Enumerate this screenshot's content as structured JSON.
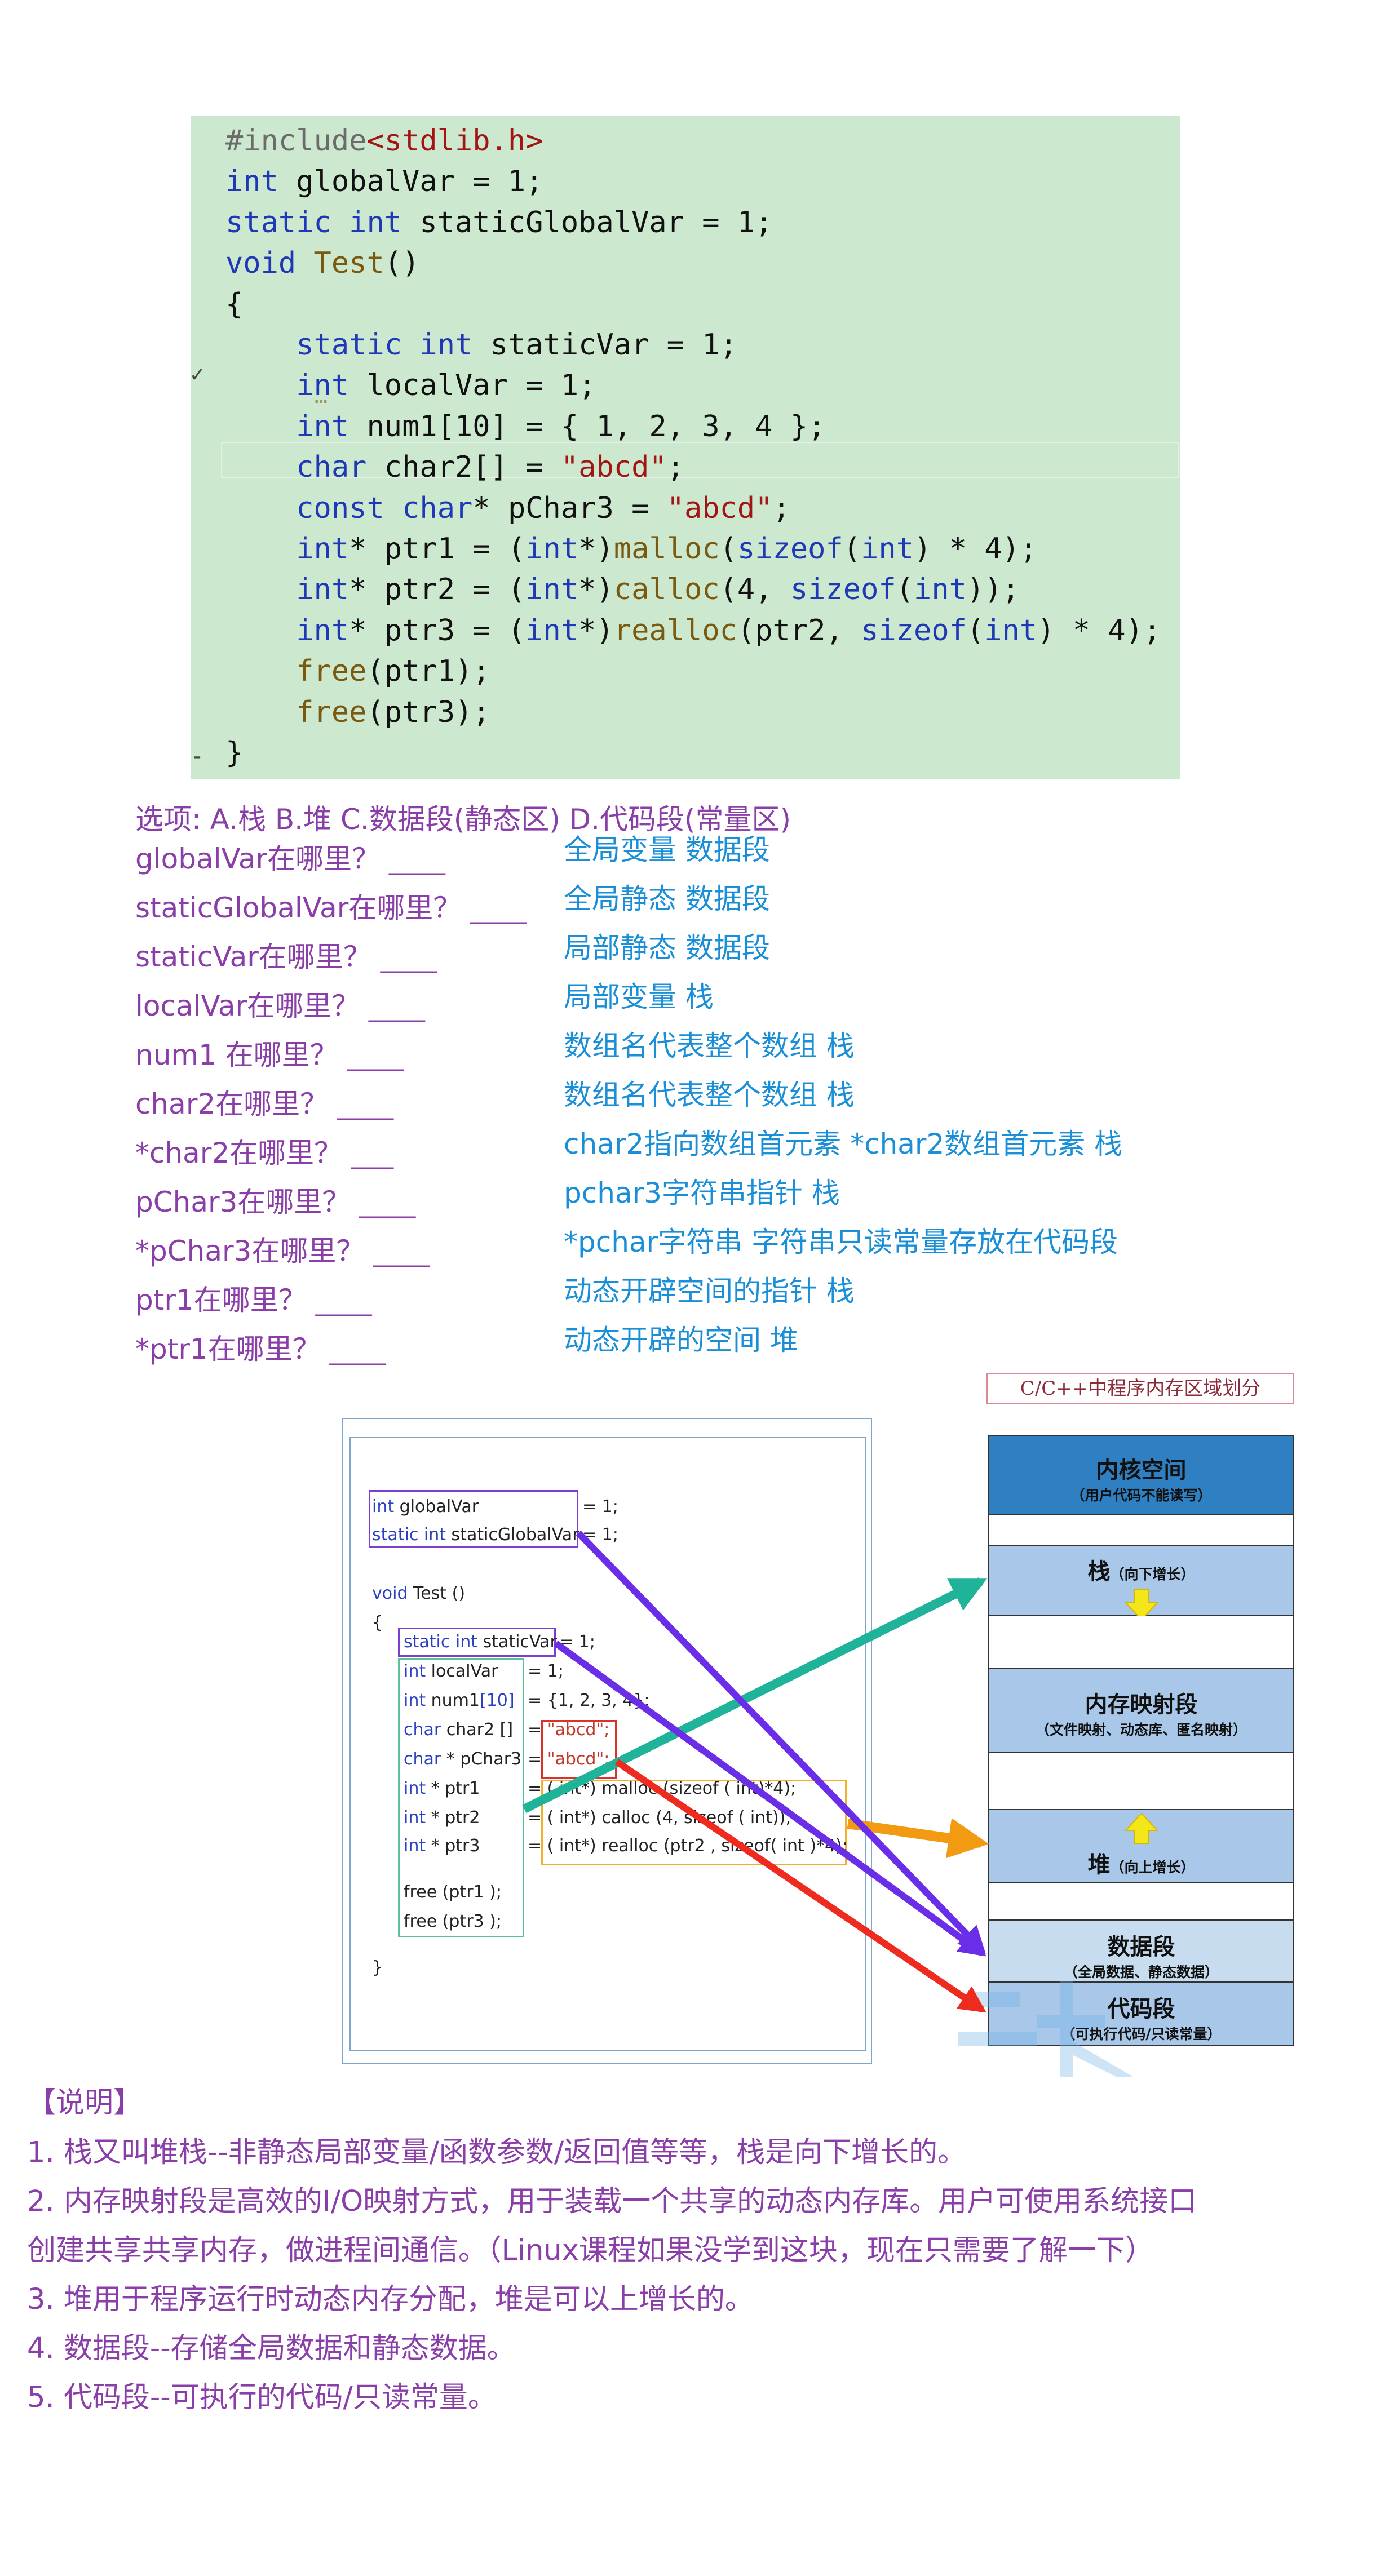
{
  "code": {
    "lines": [
      [
        {
          "t": "#include",
          "c": "pp"
        },
        {
          "t": "<stdlib.h>",
          "c": "str"
        }
      ],
      [
        {
          "t": "int",
          "c": "kw"
        },
        {
          "t": " globalVar = 1;",
          "c": ""
        }
      ],
      [
        {
          "t": "static",
          "c": "kw"
        },
        {
          "t": " ",
          "c": ""
        },
        {
          "t": "int",
          "c": "kw"
        },
        {
          "t": " staticGlobalVar = 1;",
          "c": ""
        }
      ],
      [
        {
          "t": "void",
          "c": "kw"
        },
        {
          "t": " ",
          "c": ""
        },
        {
          "t": "Test",
          "c": "fn"
        },
        {
          "t": "()",
          "c": ""
        }
      ],
      [
        {
          "t": "{",
          "c": ""
        }
      ],
      [
        {
          "t": "    ",
          "c": ""
        },
        {
          "t": "static",
          "c": "kw"
        },
        {
          "t": " ",
          "c": ""
        },
        {
          "t": "int",
          "c": "kw"
        },
        {
          "t": " staticVar = 1;",
          "c": ""
        }
      ],
      [
        {
          "t": "    ",
          "c": ""
        },
        {
          "t": "int",
          "c": "kw"
        },
        {
          "t": " localVar = 1;",
          "c": ""
        }
      ],
      [
        {
          "t": "    ",
          "c": ""
        },
        {
          "t": "int",
          "c": "kw"
        },
        {
          "t": " num1[10] = { 1, 2, 3, 4 };",
          "c": ""
        }
      ],
      [
        {
          "t": "    ",
          "c": ""
        },
        {
          "t": "char",
          "c": "kw"
        },
        {
          "t": " char2[] = ",
          "c": ""
        },
        {
          "t": "\"abcd\"",
          "c": "str"
        },
        {
          "t": ";",
          "c": ""
        }
      ],
      [
        {
          "t": "    ",
          "c": ""
        },
        {
          "t": "const",
          "c": "kw"
        },
        {
          "t": " ",
          "c": ""
        },
        {
          "t": "char",
          "c": "kw"
        },
        {
          "t": "* pChar3 = ",
          "c": ""
        },
        {
          "t": "\"abcd\"",
          "c": "str"
        },
        {
          "t": ";",
          "c": ""
        }
      ],
      [
        {
          "t": "    ",
          "c": ""
        },
        {
          "t": "int",
          "c": "kw"
        },
        {
          "t": "* ptr1 = (",
          "c": ""
        },
        {
          "t": "int",
          "c": "kw"
        },
        {
          "t": "*)",
          "c": ""
        },
        {
          "t": "malloc",
          "c": "fn"
        },
        {
          "t": "(",
          "c": ""
        },
        {
          "t": "sizeof",
          "c": "kw"
        },
        {
          "t": "(",
          "c": ""
        },
        {
          "t": "int",
          "c": "kw"
        },
        {
          "t": ") * 4);",
          "c": ""
        }
      ],
      [
        {
          "t": "    ",
          "c": ""
        },
        {
          "t": "int",
          "c": "kw"
        },
        {
          "t": "* ptr2 = (",
          "c": ""
        },
        {
          "t": "int",
          "c": "kw"
        },
        {
          "t": "*)",
          "c": ""
        },
        {
          "t": "calloc",
          "c": "fn"
        },
        {
          "t": "(4, ",
          "c": ""
        },
        {
          "t": "sizeof",
          "c": "kw"
        },
        {
          "t": "(",
          "c": ""
        },
        {
          "t": "int",
          "c": "kw"
        },
        {
          "t": "));",
          "c": ""
        }
      ],
      [
        {
          "t": "    ",
          "c": ""
        },
        {
          "t": "int",
          "c": "kw"
        },
        {
          "t": "* ptr3 = (",
          "c": ""
        },
        {
          "t": "int",
          "c": "kw"
        },
        {
          "t": "*)",
          "c": ""
        },
        {
          "t": "realloc",
          "c": "fn"
        },
        {
          "t": "(ptr2, ",
          "c": ""
        },
        {
          "t": "sizeof",
          "c": "kw"
        },
        {
          "t": "(",
          "c": ""
        },
        {
          "t": "int",
          "c": "kw"
        },
        {
          "t": ") * 4);",
          "c": ""
        }
      ],
      [
        {
          "t": "    ",
          "c": ""
        },
        {
          "t": "free",
          "c": "fn"
        },
        {
          "t": "(ptr1);",
          "c": ""
        }
      ],
      [
        {
          "t": "    ",
          "c": ""
        },
        {
          "t": "free",
          "c": "fn"
        },
        {
          "t": "(ptr3);",
          "c": ""
        }
      ],
      [
        {
          "t": "}",
          "c": ""
        }
      ]
    ],
    "gutter_marks": [
      "✓",
      "-"
    ],
    "ellipsis": "…"
  },
  "options_text": "选项: A.栈  B.堆  C.数据段(静态区)  D.代码段(常量区)",
  "questions": [
    {
      "q": " globalVar在哪里？ ____",
      "a": "全局变量 数据段"
    },
    {
      "q": "staticGlobalVar在哪里？ ____",
      "a": "全局静态 数据段"
    },
    {
      "q": " staticVar在哪里？ ____",
      "a": "局部静态 数据段"
    },
    {
      "q": "localVar在哪里？ ____",
      "a": "局部变量 栈"
    },
    {
      "q": " num1 在哪里？ ____",
      "a": "数组名代表整个数组 栈"
    },
    {
      "q": " char2在哪里？ ____",
      "a": "数组名代表整个数组 栈"
    },
    {
      "q": "*char2在哪里？ ___",
      "a": "char2指向数组首元素 *char2数组首元素 栈"
    },
    {
      "q": " pChar3在哪里？ ____",
      "a": "pchar3字符串指针 栈"
    },
    {
      "q": "*pChar3在哪里？ ____",
      "a": "*pchar字符串 字符串只读常量存放在代码段"
    },
    {
      "q": "  ptr1在哪里？ ____",
      "a": "动态开辟空间的指针 栈"
    },
    {
      "q": " *ptr1在哪里？ ____",
      "a": "动态开辟的空间 堆"
    }
  ],
  "figure": {
    "title": "C/C++中程序内存区域划分",
    "code": {
      "int_kw": "int",
      "global_name": " globalVar",
      "global_init": "= 1;",
      "static_int_kw": "static int",
      "static_global_name": " staticGlobalVar",
      "static_global_init": "= 1;",
      "void_kw": "void",
      "test_sig": " Test ()",
      "open_brace": "{",
      "static_var_name": " staticVar",
      "static_var_init": "= 1;",
      "local_name": " localVar",
      "local_init": "= 1;",
      "num1_name": " num1",
      "num1_idx": "[10]",
      "num1_init": "= {1, 2, 3, 4};",
      "char_kw": "char",
      "char2_name": " char2 []",
      "char2_eq": "= ",
      "str_lit": "\"abcd\";",
      "pchar3_name": " * pChar3",
      "pchar3_eq": "= ",
      "int_ptr_kw": "int",
      "ptr1_name": " * ptr1",
      "ptr2_name": " * ptr2",
      "ptr3_name": " * ptr3",
      "ptr1_init": "= ( int*) malloc (sizeof ( int)*4);",
      "ptr2_init": "= ( int*) calloc (4, sizeof ( int));",
      "ptr3_init": "= ( int*) realloc (ptr2 , sizeof( int )*4);",
      "free1": "free (ptr1 );",
      "free2": "free (ptr3 );",
      "close_brace": "}"
    },
    "memory": [
      {
        "title": "内核空间",
        "sub": "（用户代码不能读写）"
      },
      {
        "title": "栈",
        "sub": "（向下增长）"
      },
      {
        "title": "内存映射段",
        "sub": "（文件映射、动态库、匿名映射）"
      },
      {
        "title": "堆",
        "sub": "（向上增长）"
      },
      {
        "title": "数据段",
        "sub": "（全局数据、静态数据）"
      },
      {
        "title": "代码段",
        "sub": "（可执行代码/只读常量）"
      }
    ],
    "colors": {
      "kernel": "#2f80c3",
      "segment": "#a8c7e9",
      "data": "#c8dcef",
      "arrow_teal": "#1fb39a",
      "arrow_orange": "#f29a12",
      "arrow_red": "#ef2a1e",
      "arrow_purple": "#6a2ee8",
      "box_purple": "#7a3fd0",
      "box_green": "#59c39a",
      "box_red": "#d8322a",
      "box_orange": "#f2b02a",
      "up_down_arrow": "#f5e61a"
    }
  },
  "notes": {
    "heading": "【说明】",
    "items": [
      "1. 栈又叫堆栈--非静态局部变量/函数参数/返回值等等，栈是向下增长的。",
      "2. 内存映射段是高效的I/O映射方式，用于装载一个共享的动态内存库。用户可使用系统接口",
      "创建共享共享内存，做进程间通信。（Linux课程如果没学到这块，现在只需要了解一下）",
      "3. 堆用于程序运行时动态内存分配，堆是可以上增长的。",
      "4. 数据段--存储全局数据和静态数据。",
      "5. 代码段--可执行的代码/只读常量。"
    ]
  }
}
